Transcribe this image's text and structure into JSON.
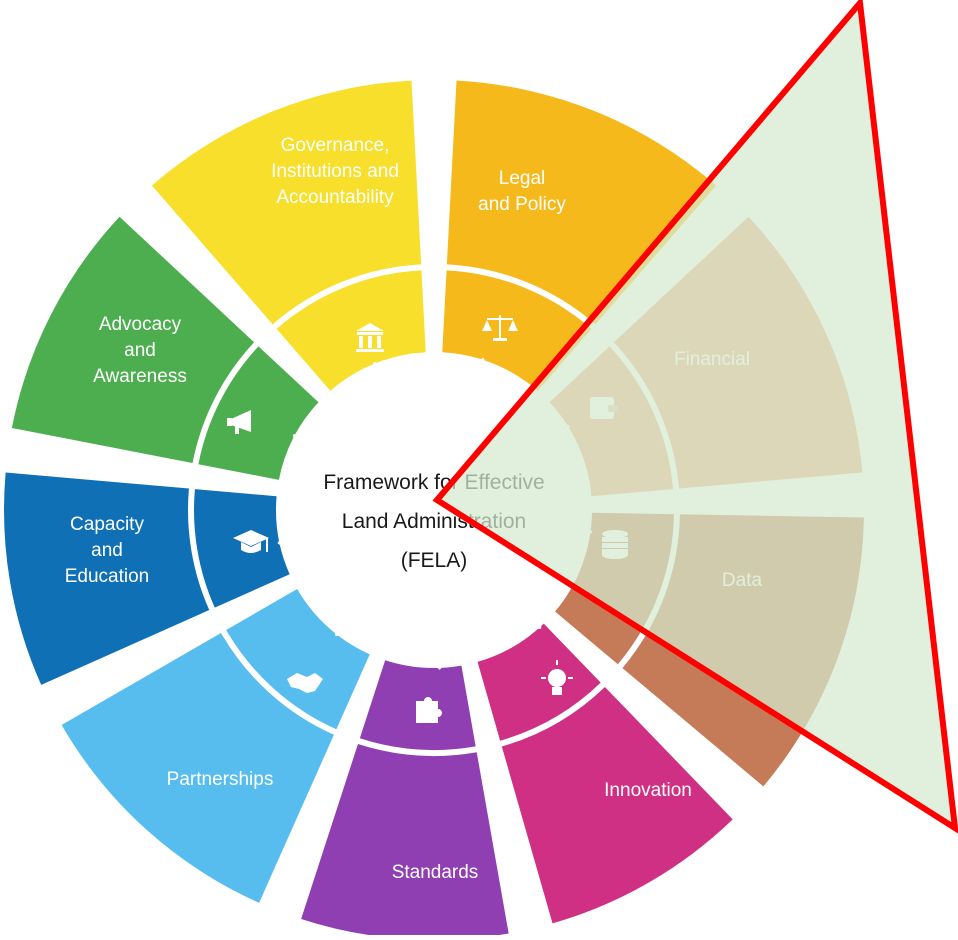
{
  "center": {
    "lines": [
      "Framework for Effective",
      "Land Administration",
      "(FELA)"
    ]
  },
  "segments": [
    {
      "id": "governance",
      "lines": [
        "Governance,",
        "Institutions and",
        "Accountability"
      ],
      "icon": "institution-icon",
      "color": "#F7DF2B"
    },
    {
      "id": "legal",
      "lines": [
        "Legal",
        "and Policy"
      ],
      "icon": "scales-icon",
      "color": "#F6B91B"
    },
    {
      "id": "financial",
      "lines": [
        "Financial"
      ],
      "icon": "wallet-icon",
      "color": "#EDA57E"
    },
    {
      "id": "data",
      "lines": [
        "Data"
      ],
      "icon": "database-icon",
      "color": "#C57A58"
    },
    {
      "id": "innovation",
      "lines": [
        "Innovation"
      ],
      "icon": "lightbulb-icon",
      "color": "#D03083"
    },
    {
      "id": "standards",
      "lines": [
        "Standards"
      ],
      "icon": "puzzle-icon",
      "color": "#8F3FB1"
    },
    {
      "id": "partnerships",
      "lines": [
        "Partnerships"
      ],
      "icon": "handshake-icon",
      "color": "#57BDEF"
    },
    {
      "id": "capacity",
      "lines": [
        "Capacity",
        "and",
        "Education"
      ],
      "icon": "graduation-cap-icon",
      "color": "#0F70B6"
    },
    {
      "id": "advocacy",
      "lines": [
        "Advocacy",
        "and",
        "Awareness"
      ],
      "icon": "megaphone-icon",
      "color": "#4DAE50"
    }
  ],
  "overlay": {
    "fill": "#D6EACF",
    "fill_opacity": 0.72,
    "stroke": "#FF0000"
  }
}
